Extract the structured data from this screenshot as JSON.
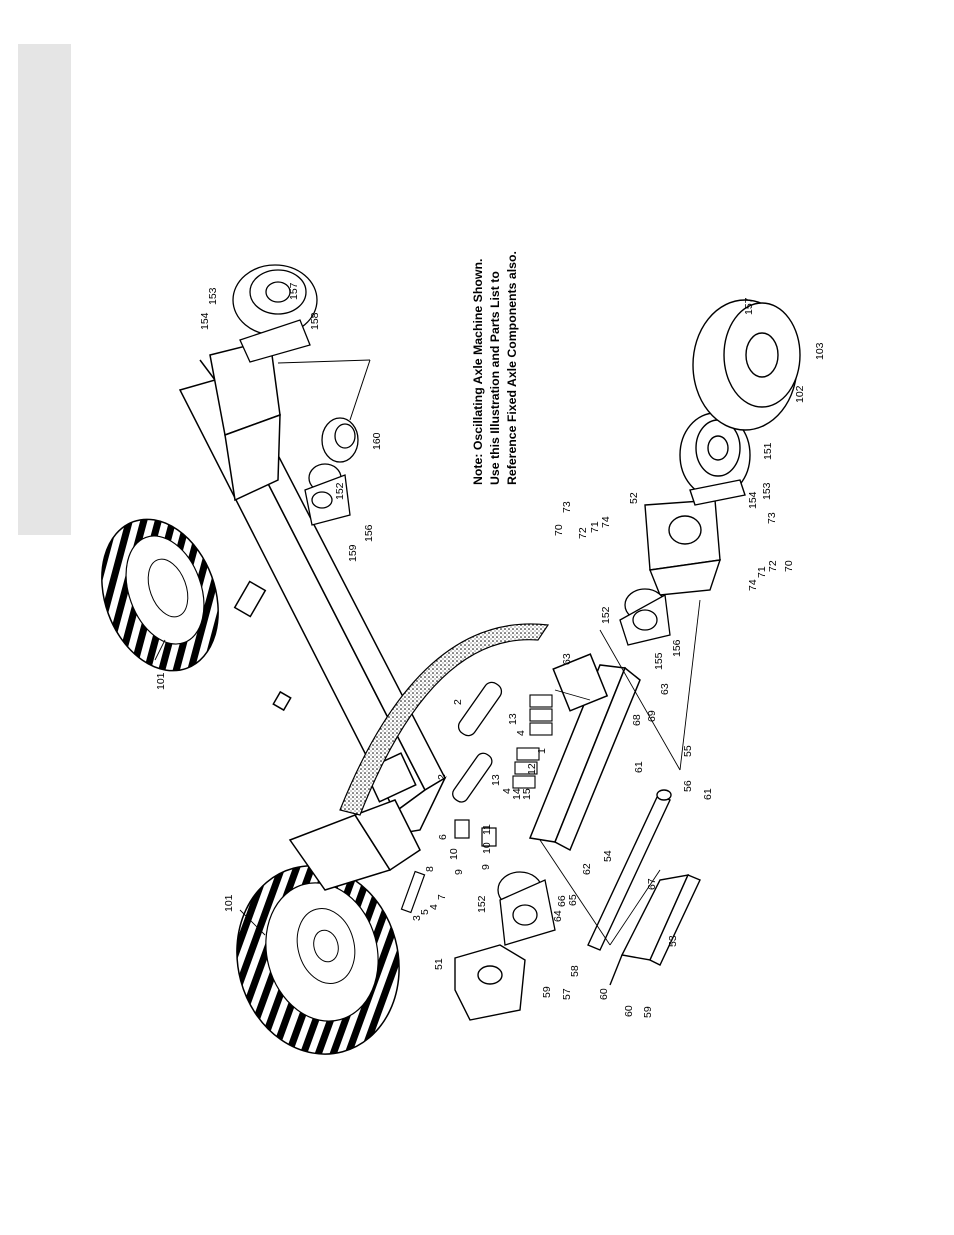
{
  "note": {
    "line1": "Note: Oscillating Axle Machine Shown.",
    "line2": "Use this Illustration and Parts List to",
    "line3": "Reference Fixed Axle Components also."
  },
  "callouts": [
    {
      "id": "c101a",
      "text": "101"
    },
    {
      "id": "c101b",
      "text": "101"
    },
    {
      "id": "c154a",
      "text": "154"
    },
    {
      "id": "c153a",
      "text": "153"
    },
    {
      "id": "c157a",
      "text": "157"
    },
    {
      "id": "c158",
      "text": "158"
    },
    {
      "id": "c160",
      "text": "160"
    },
    {
      "id": "c152a",
      "text": "152"
    },
    {
      "id": "c159",
      "text": "159"
    },
    {
      "id": "c156a",
      "text": "156"
    },
    {
      "id": "c2a",
      "text": "2"
    },
    {
      "id": "c2b",
      "text": "2"
    },
    {
      "id": "c63a",
      "text": "63"
    },
    {
      "id": "c63b",
      "text": "63"
    },
    {
      "id": "c13a",
      "text": "13"
    },
    {
      "id": "c4a",
      "text": "4"
    },
    {
      "id": "c13b",
      "text": "13"
    },
    {
      "id": "c4b",
      "text": "4"
    },
    {
      "id": "c14",
      "text": "14"
    },
    {
      "id": "c15",
      "text": "15"
    },
    {
      "id": "c12",
      "text": "12"
    },
    {
      "id": "c1",
      "text": "1"
    },
    {
      "id": "c6",
      "text": "6"
    },
    {
      "id": "c10a",
      "text": "10"
    },
    {
      "id": "c9a",
      "text": "9"
    },
    {
      "id": "c11",
      "text": "11"
    },
    {
      "id": "c10b",
      "text": "10"
    },
    {
      "id": "c9b",
      "text": "9"
    },
    {
      "id": "c8",
      "text": "8"
    },
    {
      "id": "c7",
      "text": "7"
    },
    {
      "id": "c4c",
      "text": "4"
    },
    {
      "id": "c5",
      "text": "5"
    },
    {
      "id": "c3",
      "text": "3"
    },
    {
      "id": "c152b",
      "text": "152"
    },
    {
      "id": "c51",
      "text": "51"
    },
    {
      "id": "c62",
      "text": "62"
    },
    {
      "id": "c64",
      "text": "64"
    },
    {
      "id": "c66",
      "text": "66"
    },
    {
      "id": "c65",
      "text": "65"
    },
    {
      "id": "c54",
      "text": "54"
    },
    {
      "id": "c67",
      "text": "67"
    },
    {
      "id": "c53",
      "text": "53"
    },
    {
      "id": "c59a",
      "text": "59"
    },
    {
      "id": "c57",
      "text": "57"
    },
    {
      "id": "c58",
      "text": "58"
    },
    {
      "id": "c60a",
      "text": "60"
    },
    {
      "id": "c60b",
      "text": "60"
    },
    {
      "id": "c59b",
      "text": "59"
    },
    {
      "id": "c56",
      "text": "56"
    },
    {
      "id": "c61a",
      "text": "61"
    },
    {
      "id": "c55",
      "text": "55"
    },
    {
      "id": "c61b",
      "text": "61"
    },
    {
      "id": "c68",
      "text": "68"
    },
    {
      "id": "c69",
      "text": "69"
    },
    {
      "id": "c155",
      "text": "155"
    },
    {
      "id": "c156b",
      "text": "156"
    },
    {
      "id": "c152c",
      "text": "152"
    },
    {
      "id": "c52",
      "text": "52"
    },
    {
      "id": "c70a",
      "text": "70"
    },
    {
      "id": "c73a",
      "text": "73"
    },
    {
      "id": "c72a",
      "text": "72"
    },
    {
      "id": "c71a",
      "text": "71"
    },
    {
      "id": "c74a",
      "text": "74"
    },
    {
      "id": "c74b",
      "text": "74"
    },
    {
      "id": "c71b",
      "text": "71"
    },
    {
      "id": "c72b",
      "text": "72"
    },
    {
      "id": "c70b",
      "text": "70"
    },
    {
      "id": "c73b",
      "text": "73"
    },
    {
      "id": "c154b",
      "text": "154"
    },
    {
      "id": "c153b",
      "text": "153"
    },
    {
      "id": "c151",
      "text": "151"
    },
    {
      "id": "c102",
      "text": "102"
    },
    {
      "id": "c103",
      "text": "103"
    },
    {
      "id": "c157b",
      "text": "157"
    }
  ]
}
